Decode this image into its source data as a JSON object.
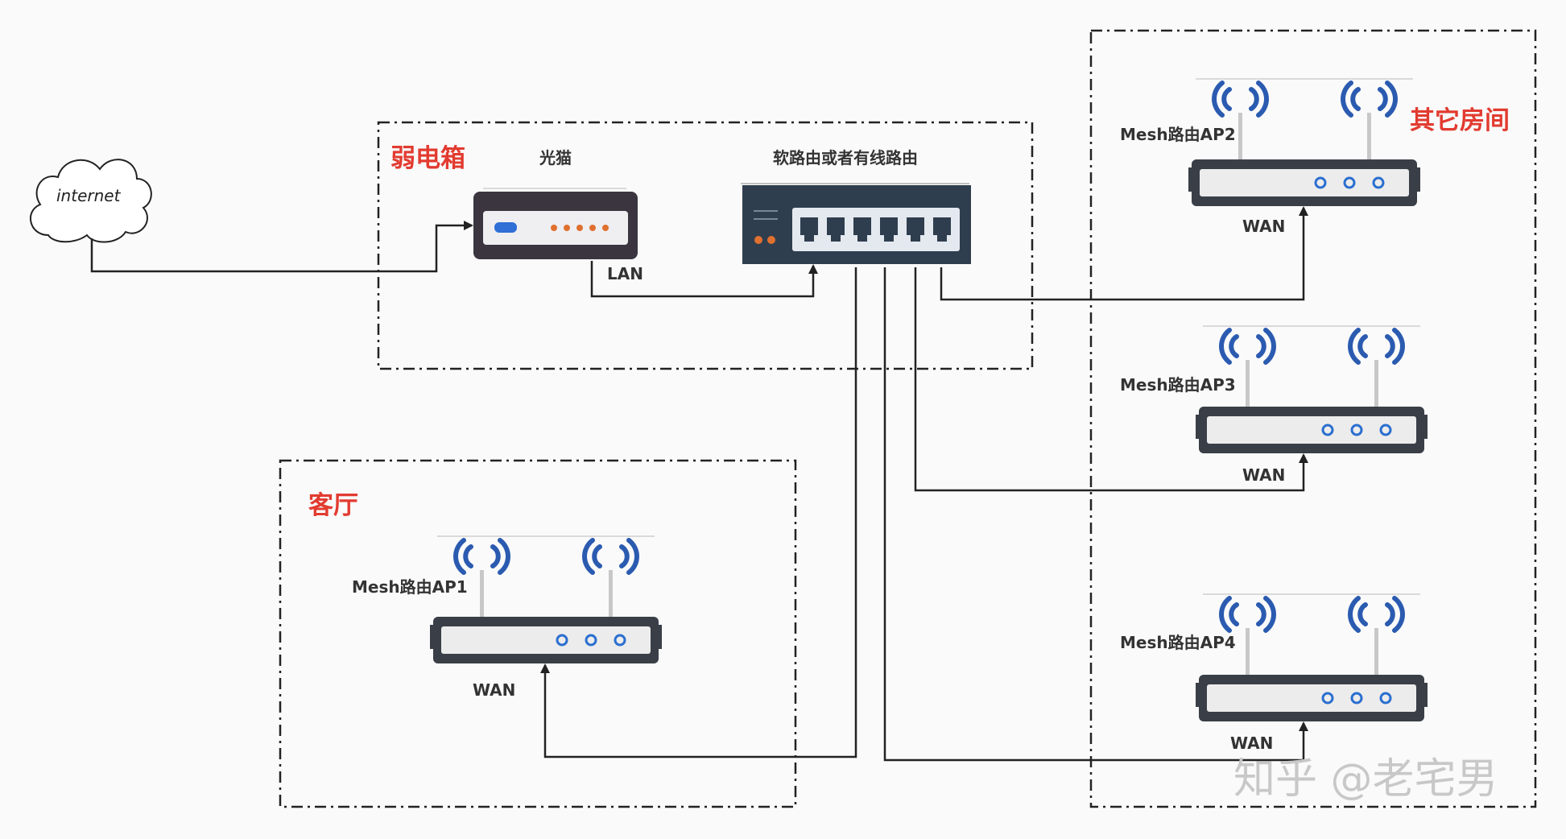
{
  "zones": {
    "weak_box": "弱电箱",
    "living_room": "客厅",
    "other_rooms": "其它房间"
  },
  "devices": {
    "internet": "internet",
    "modem": "光猫",
    "router": "软路由或者有线路由",
    "ap1": "Mesh路由AP1",
    "ap2": "Mesh路由AP2",
    "ap3": "Mesh路由AP3",
    "ap4": "Mesh路由AP4"
  },
  "ports": {
    "modem_lan": "LAN",
    "ap1_wan": "WAN",
    "ap2_wan": "WAN",
    "ap3_wan": "WAN",
    "ap4_wan": "WAN"
  },
  "watermark": "知乎 @老宅男",
  "colors": {
    "zone_title": "#e23b30",
    "device_body": "#3a3f47",
    "router_body": "#2f3e4e",
    "signal": "#2b5bb0",
    "modem_led": "#e0702f",
    "modem_button": "#2f6fd6"
  }
}
